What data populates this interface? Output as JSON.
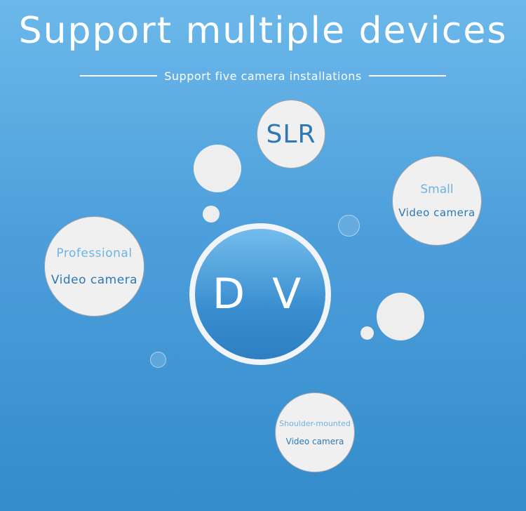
{
  "header": {
    "title": "Support multiple devices",
    "subtitle": "Support five camera installations"
  },
  "center": {
    "label": "D V"
  },
  "devices": {
    "slr": {
      "label": "SLR"
    },
    "small": {
      "line1": "Small",
      "line2": "Video camera"
    },
    "professional": {
      "line1": "Professional",
      "line2": "Video camera"
    },
    "shoulder": {
      "line1": "Shoulder-mounted",
      "line2": "Video camera"
    }
  },
  "colors": {
    "background_top": "#6cb8ea",
    "background_bottom": "#348ccb",
    "circle_fill": "#f0f0f0",
    "text_light_blue": "#6cb3e6",
    "text_dark_blue": "#2d78b6"
  }
}
